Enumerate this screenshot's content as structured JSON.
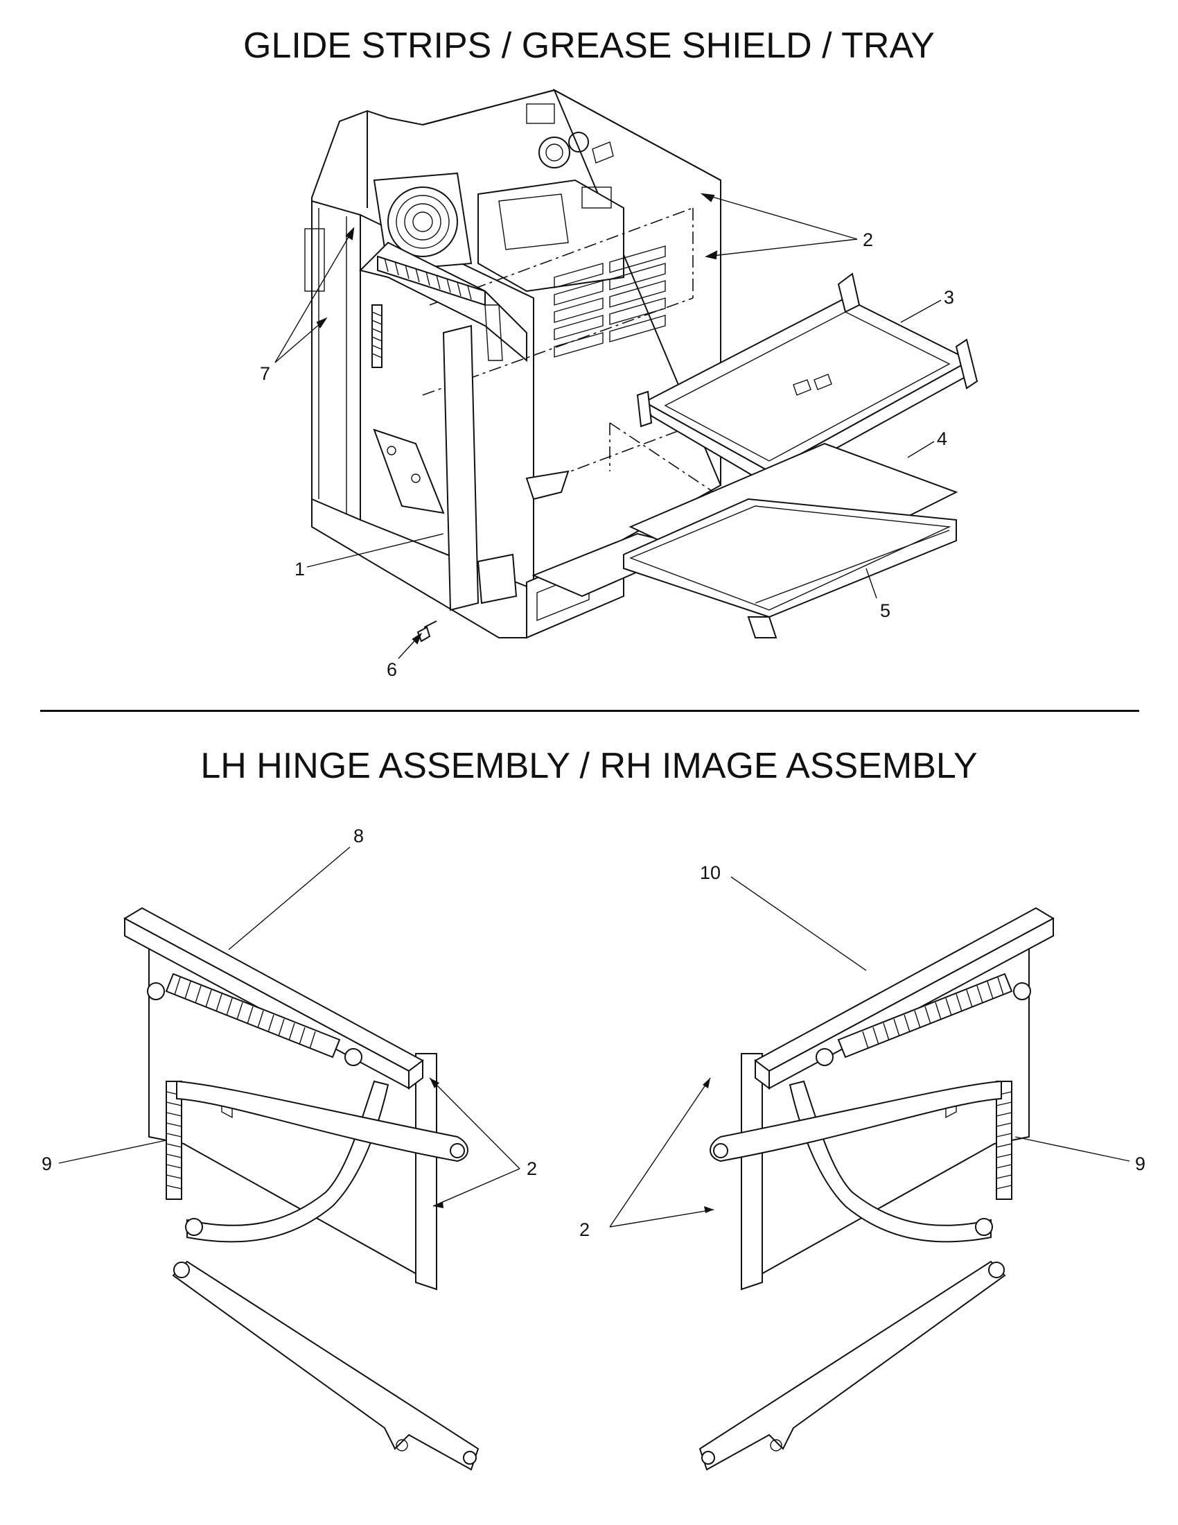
{
  "titles": {
    "top": "GLIDE STRIPS / GREASE SHIELD / TRAY",
    "bottom": "LH HINGE ASSEMBLY / RH IMAGE ASSEMBLY"
  },
  "callouts": {
    "c1": "1",
    "c2a": "2",
    "c3": "3",
    "c4": "4",
    "c5": "5",
    "c6": "6",
    "c7": "7",
    "c8": "8",
    "c9a": "9",
    "c2b": "2",
    "c10": "10",
    "c9b": "9",
    "c2c": "2"
  },
  "colors": {
    "ink": "#111111",
    "background": "#ffffff"
  }
}
